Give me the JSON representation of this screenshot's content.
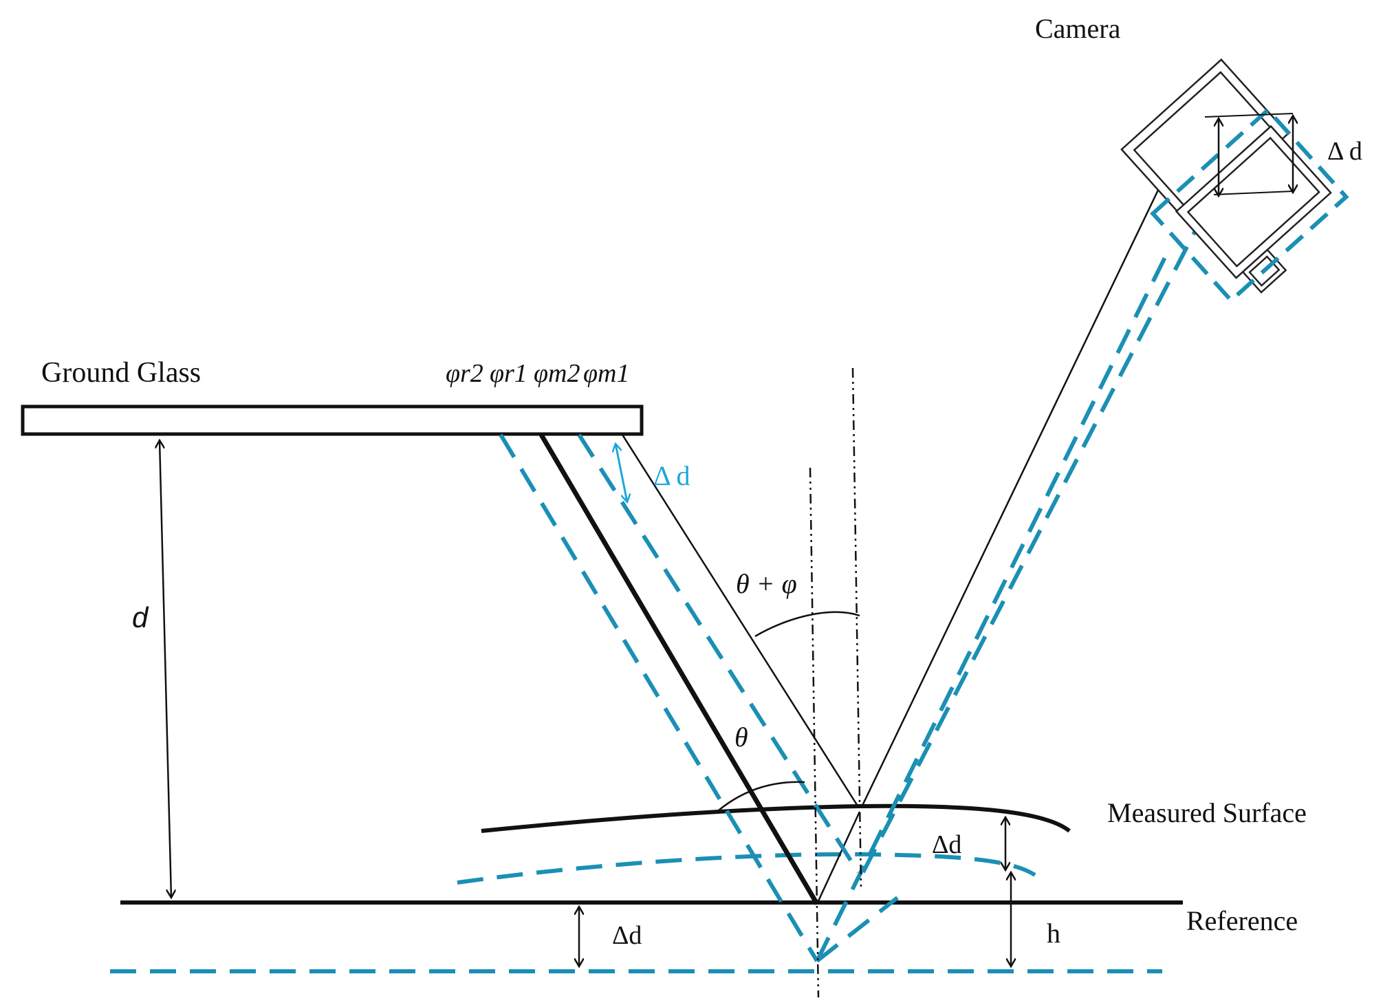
{
  "labels": {
    "camera": "Camera",
    "ground_glass": "Ground Glass",
    "phase_r2": "φr2",
    "phase_r1": "φr1",
    "phase_m2": "φm2",
    "phase_m1": "φm1",
    "delta_d_glass": "Δ d",
    "delta_d_camera": "Δ d",
    "d": "d",
    "theta_plus_phi": "θ + φ",
    "theta": "θ",
    "measured_surface": "Measured Surface",
    "delta_d_surface": "Δd",
    "reference": "Reference",
    "delta_d_reference": "Δd",
    "h": "h"
  },
  "colors": {
    "solid": "#111111",
    "dashed": "#1b8fb4",
    "cyan_label": "#1aa7dd"
  }
}
